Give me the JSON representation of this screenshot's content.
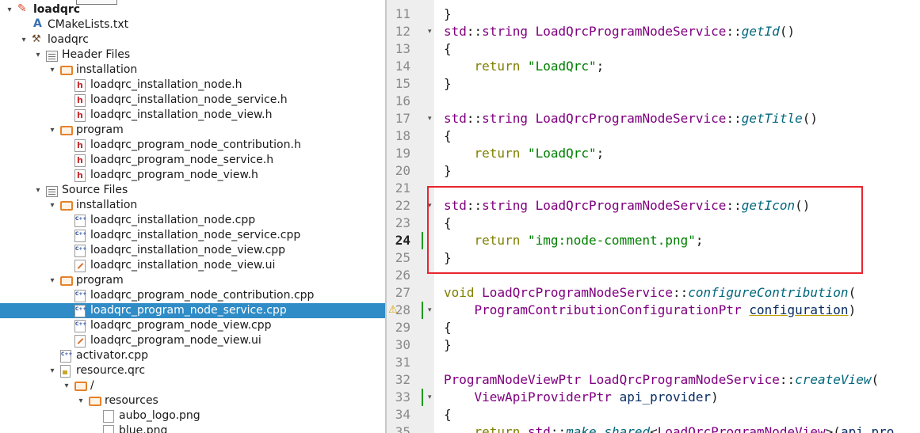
{
  "project_tree": {
    "nodes": [
      {
        "label": "loadqrc",
        "bold": true,
        "icon": "project-icon",
        "arrow": "▾",
        "depth": 0
      },
      {
        "label": "CMakeLists.txt",
        "icon": "cmake-file-icon",
        "arrow": "",
        "depth": 1
      },
      {
        "label": "loadqrc",
        "icon": "build-target-icon",
        "arrow": "▾",
        "depth": 1
      },
      {
        "label": "Header Files",
        "icon": "header-files-group-icon",
        "arrow": "▾",
        "depth": 2
      },
      {
        "label": "installation",
        "icon": "folder-icon",
        "arrow": "▾",
        "depth": 3
      },
      {
        "label": "loadqrc_installation_node.h",
        "icon": "header-file-icon",
        "arrow": "",
        "depth": 4
      },
      {
        "label": "loadqrc_installation_node_service.h",
        "icon": "header-file-icon",
        "arrow": "",
        "depth": 4
      },
      {
        "label": "loadqrc_installation_node_view.h",
        "icon": "header-file-icon",
        "arrow": "",
        "depth": 4
      },
      {
        "label": "program",
        "icon": "folder-icon",
        "arrow": "▾",
        "depth": 3
      },
      {
        "label": "loadqrc_program_node_contribution.h",
        "icon": "header-file-icon",
        "arrow": "",
        "depth": 4
      },
      {
        "label": "loadqrc_program_node_service.h",
        "icon": "header-file-icon",
        "arrow": "",
        "depth": 4
      },
      {
        "label": "loadqrc_program_node_view.h",
        "icon": "header-file-icon",
        "arrow": "",
        "depth": 4
      },
      {
        "label": "Source Files",
        "icon": "source-files-group-icon",
        "arrow": "▾",
        "depth": 2
      },
      {
        "label": "installation",
        "icon": "folder-icon",
        "arrow": "▾",
        "depth": 3
      },
      {
        "label": "loadqrc_installation_node.cpp",
        "icon": "cpp-file-icon",
        "arrow": "",
        "depth": 4
      },
      {
        "label": "loadqrc_installation_node_service.cpp",
        "icon": "cpp-file-icon",
        "arrow": "",
        "depth": 4
      },
      {
        "label": "loadqrc_installation_node_view.cpp",
        "icon": "cpp-file-icon",
        "arrow": "",
        "depth": 4
      },
      {
        "label": "loadqrc_installation_node_view.ui",
        "icon": "ui-file-icon",
        "arrow": "",
        "depth": 4
      },
      {
        "label": "program",
        "icon": "folder-icon",
        "arrow": "▾",
        "depth": 3
      },
      {
        "label": "loadqrc_program_node_contribution.cpp",
        "icon": "cpp-file-icon",
        "arrow": "",
        "depth": 4
      },
      {
        "label": "loadqrc_program_node_service.cpp",
        "icon": "cpp-file-icon",
        "arrow": "",
        "depth": 4,
        "selected": true
      },
      {
        "label": "loadqrc_program_node_view.cpp",
        "icon": "cpp-file-icon",
        "arrow": "",
        "depth": 4
      },
      {
        "label": "loadqrc_program_node_view.ui",
        "icon": "ui-file-icon",
        "arrow": "",
        "depth": 4
      },
      {
        "label": "activator.cpp",
        "icon": "cpp-file-icon",
        "arrow": "",
        "depth": 3
      },
      {
        "label": "resource.qrc",
        "icon": "qrc-file-icon",
        "arrow": "▾",
        "depth": 3
      },
      {
        "label": "/",
        "icon": "folder-icon",
        "arrow": "▾",
        "depth": 4
      },
      {
        "label": "resources",
        "icon": "folder-icon",
        "arrow": "▾",
        "depth": 5
      },
      {
        "label": "aubo_logo.png",
        "icon": "image-file-icon",
        "arrow": "",
        "depth": 6
      },
      {
        "label": "blue.png",
        "icon": "image-file-icon",
        "arrow": "",
        "depth": 6
      }
    ]
  },
  "editor": {
    "current_line": "24",
    "lines": [
      {
        "n": "11",
        "fold": "",
        "tokens": [
          {
            "t": "}",
            "c": ""
          }
        ]
      },
      {
        "n": "12",
        "fold": "▾",
        "tokens": [
          {
            "t": "std",
            "c": "ty"
          },
          {
            "t": "::",
            "c": ""
          },
          {
            "t": "string",
            "c": "ty"
          },
          {
            "t": " ",
            "c": ""
          },
          {
            "t": "LoadQrcProgramNodeService",
            "c": "ty"
          },
          {
            "t": "::",
            "c": ""
          },
          {
            "t": "getId",
            "c": "fn"
          },
          {
            "t": "()",
            "c": ""
          }
        ]
      },
      {
        "n": "13",
        "fold": "",
        "tokens": [
          {
            "t": "{",
            "c": ""
          }
        ]
      },
      {
        "n": "14",
        "fold": "",
        "tokens": [
          {
            "t": "    ",
            "c": ""
          },
          {
            "t": "return",
            "c": "kw"
          },
          {
            "t": " ",
            "c": ""
          },
          {
            "t": "\"LoadQrc\"",
            "c": "st"
          },
          {
            "t": ";",
            "c": ""
          }
        ]
      },
      {
        "n": "15",
        "fold": "",
        "tokens": [
          {
            "t": "}",
            "c": ""
          }
        ]
      },
      {
        "n": "16",
        "fold": "",
        "tokens": []
      },
      {
        "n": "17",
        "fold": "▾",
        "tokens": [
          {
            "t": "std",
            "c": "ty"
          },
          {
            "t": "::",
            "c": ""
          },
          {
            "t": "string",
            "c": "ty"
          },
          {
            "t": " ",
            "c": ""
          },
          {
            "t": "LoadQrcProgramNodeService",
            "c": "ty"
          },
          {
            "t": "::",
            "c": ""
          },
          {
            "t": "getTitle",
            "c": "fn"
          },
          {
            "t": "()",
            "c": ""
          }
        ]
      },
      {
        "n": "18",
        "fold": "",
        "tokens": [
          {
            "t": "{",
            "c": ""
          }
        ]
      },
      {
        "n": "19",
        "fold": "",
        "tokens": [
          {
            "t": "    ",
            "c": ""
          },
          {
            "t": "return",
            "c": "kw"
          },
          {
            "t": " ",
            "c": ""
          },
          {
            "t": "\"LoadQrc\"",
            "c": "st"
          },
          {
            "t": ";",
            "c": ""
          }
        ]
      },
      {
        "n": "20",
        "fold": "",
        "tokens": [
          {
            "t": "}",
            "c": ""
          }
        ]
      },
      {
        "n": "21",
        "fold": "",
        "tokens": []
      },
      {
        "n": "22",
        "fold": "▾",
        "tokens": [
          {
            "t": "std",
            "c": "ty"
          },
          {
            "t": "::",
            "c": ""
          },
          {
            "t": "string",
            "c": "ty"
          },
          {
            "t": " ",
            "c": ""
          },
          {
            "t": "LoadQrcProgramNodeService",
            "c": "ty"
          },
          {
            "t": "::",
            "c": ""
          },
          {
            "t": "getIcon",
            "c": "fn"
          },
          {
            "t": "()",
            "c": ""
          }
        ]
      },
      {
        "n": "23",
        "fold": "",
        "tokens": [
          {
            "t": "{",
            "c": ""
          }
        ]
      },
      {
        "n": "24",
        "fold": "",
        "mark": true,
        "tokens": [
          {
            "t": "    ",
            "c": ""
          },
          {
            "t": "return",
            "c": "kw"
          },
          {
            "t": " ",
            "c": ""
          },
          {
            "t": "\"img:node-comment.png\"",
            "c": "st"
          },
          {
            "t": ";",
            "c": ""
          }
        ]
      },
      {
        "n": "25",
        "fold": "",
        "tokens": [
          {
            "t": "}",
            "c": ""
          }
        ]
      },
      {
        "n": "26",
        "fold": "",
        "tokens": []
      },
      {
        "n": "27",
        "fold": "",
        "tokens": [
          {
            "t": "void",
            "c": "kw"
          },
          {
            "t": " ",
            "c": ""
          },
          {
            "t": "LoadQrcProgramNodeService",
            "c": "ty"
          },
          {
            "t": "::",
            "c": ""
          },
          {
            "t": "configureContribution",
            "c": "fn"
          },
          {
            "t": "(",
            "c": ""
          }
        ]
      },
      {
        "n": "28",
        "fold": "▾",
        "mark": true,
        "warn": "⚠",
        "tokens": [
          {
            "t": "    ",
            "c": ""
          },
          {
            "t": "ProgramContributionConfigurationPtr",
            "c": "ty"
          },
          {
            "t": " ",
            "c": ""
          },
          {
            "t": "configuration",
            "c": "pm ul"
          },
          {
            "t": ")",
            "c": ""
          }
        ]
      },
      {
        "n": "29",
        "fold": "",
        "tokens": [
          {
            "t": "{",
            "c": ""
          }
        ]
      },
      {
        "n": "30",
        "fold": "",
        "tokens": [
          {
            "t": "}",
            "c": ""
          }
        ]
      },
      {
        "n": "31",
        "fold": "",
        "tokens": []
      },
      {
        "n": "32",
        "fold": "",
        "tokens": [
          {
            "t": "ProgramNodeViewPtr",
            "c": "ty"
          },
          {
            "t": " ",
            "c": ""
          },
          {
            "t": "LoadQrcProgramNodeService",
            "c": "ty"
          },
          {
            "t": "::",
            "c": ""
          },
          {
            "t": "createView",
            "c": "fn"
          },
          {
            "t": "(",
            "c": ""
          }
        ]
      },
      {
        "n": "33",
        "fold": "▾",
        "mark": true,
        "tokens": [
          {
            "t": "    ",
            "c": ""
          },
          {
            "t": "ViewApiProviderPtr",
            "c": "ty"
          },
          {
            "t": " ",
            "c": ""
          },
          {
            "t": "api_provider",
            "c": "pm"
          },
          {
            "t": ")",
            "c": ""
          }
        ]
      },
      {
        "n": "34",
        "fold": "",
        "tokens": [
          {
            "t": "{",
            "c": ""
          }
        ]
      },
      {
        "n": "35",
        "fold": "",
        "tokens": [
          {
            "t": "    ",
            "c": ""
          },
          {
            "t": "return",
            "c": "kw"
          },
          {
            "t": " ",
            "c": ""
          },
          {
            "t": "std",
            "c": "ty"
          },
          {
            "t": "::",
            "c": ""
          },
          {
            "t": "make_shared",
            "c": "fn"
          },
          {
            "t": "<",
            "c": ""
          },
          {
            "t": "LoadQrcProgramNodeView",
            "c": "ty"
          },
          {
            "t": ">(",
            "c": ""
          },
          {
            "t": "api_pro",
            "c": "pm"
          }
        ]
      }
    ]
  },
  "colors": {
    "selection": "#308cc6",
    "annotation_box": "#e8252e",
    "keyword": "#808000",
    "type": "#800080",
    "function": "#00677c",
    "string": "#008000"
  }
}
